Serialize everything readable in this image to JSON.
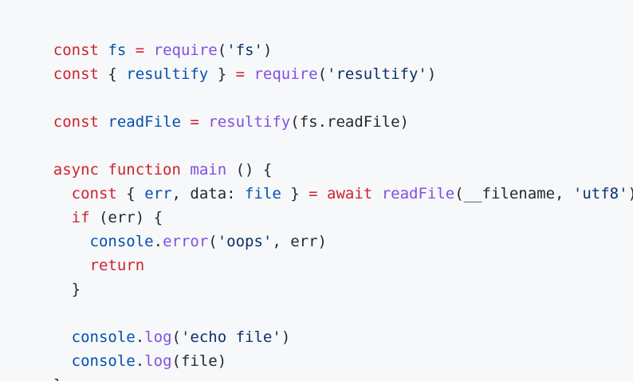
{
  "code": {
    "language": "javascript",
    "colors": {
      "keyword": "#cf222e",
      "function": "#8250df",
      "variable": "#0550ae",
      "string": "#0a3069",
      "plain": "#24292f",
      "background": "#f6f8fa"
    },
    "lines": [
      [
        [
          "kw",
          "const"
        ],
        [
          "pl",
          " "
        ],
        [
          "var",
          "fs"
        ],
        [
          "pl",
          " "
        ],
        [
          "kw",
          "="
        ],
        [
          "pl",
          " "
        ],
        [
          "fn",
          "require"
        ],
        [
          "pl",
          "("
        ],
        [
          "str",
          "'fs'"
        ],
        [
          "pl",
          ")"
        ]
      ],
      [
        [
          "kw",
          "const"
        ],
        [
          "pl",
          " { "
        ],
        [
          "var",
          "resultify"
        ],
        [
          "pl",
          " } "
        ],
        [
          "kw",
          "="
        ],
        [
          "pl",
          " "
        ],
        [
          "fn",
          "require"
        ],
        [
          "pl",
          "("
        ],
        [
          "str",
          "'resultify'"
        ],
        [
          "pl",
          ")"
        ]
      ],
      [],
      [
        [
          "kw",
          "const"
        ],
        [
          "pl",
          " "
        ],
        [
          "var",
          "readFile"
        ],
        [
          "pl",
          " "
        ],
        [
          "kw",
          "="
        ],
        [
          "pl",
          " "
        ],
        [
          "fn",
          "resultify"
        ],
        [
          "pl",
          "(fs.readFile)"
        ]
      ],
      [],
      [
        [
          "kw",
          "async"
        ],
        [
          "pl",
          " "
        ],
        [
          "kw",
          "function"
        ],
        [
          "pl",
          " "
        ],
        [
          "fn",
          "main"
        ],
        [
          "pl",
          " () {"
        ]
      ],
      [
        [
          "pl",
          "  "
        ],
        [
          "kw",
          "const"
        ],
        [
          "pl",
          " { "
        ],
        [
          "var",
          "err"
        ],
        [
          "pl",
          ", data: "
        ],
        [
          "var",
          "file"
        ],
        [
          "pl",
          " } "
        ],
        [
          "kw",
          "="
        ],
        [
          "pl",
          " "
        ],
        [
          "kw",
          "await"
        ],
        [
          "pl",
          " "
        ],
        [
          "fn",
          "readFile"
        ],
        [
          "pl",
          "(__filename, "
        ],
        [
          "str",
          "'utf8'"
        ],
        [
          "pl",
          ")"
        ]
      ],
      [
        [
          "pl",
          "  "
        ],
        [
          "kw",
          "if"
        ],
        [
          "pl",
          " (err) {"
        ]
      ],
      [
        [
          "pl",
          "    "
        ],
        [
          "var",
          "console"
        ],
        [
          "pl",
          "."
        ],
        [
          "fn",
          "error"
        ],
        [
          "pl",
          "("
        ],
        [
          "str",
          "'oops'"
        ],
        [
          "pl",
          ", err)"
        ]
      ],
      [
        [
          "pl",
          "    "
        ],
        [
          "kw",
          "return"
        ]
      ],
      [
        [
          "pl",
          "  }"
        ]
      ],
      [],
      [
        [
          "pl",
          "  "
        ],
        [
          "var",
          "console"
        ],
        [
          "pl",
          "."
        ],
        [
          "fn",
          "log"
        ],
        [
          "pl",
          "("
        ],
        [
          "str",
          "'echo file'"
        ],
        [
          "pl",
          ")"
        ]
      ],
      [
        [
          "pl",
          "  "
        ],
        [
          "var",
          "console"
        ],
        [
          "pl",
          "."
        ],
        [
          "fn",
          "log"
        ],
        [
          "pl",
          "(file)"
        ]
      ],
      [
        [
          "pl",
          "}"
        ]
      ]
    ]
  }
}
